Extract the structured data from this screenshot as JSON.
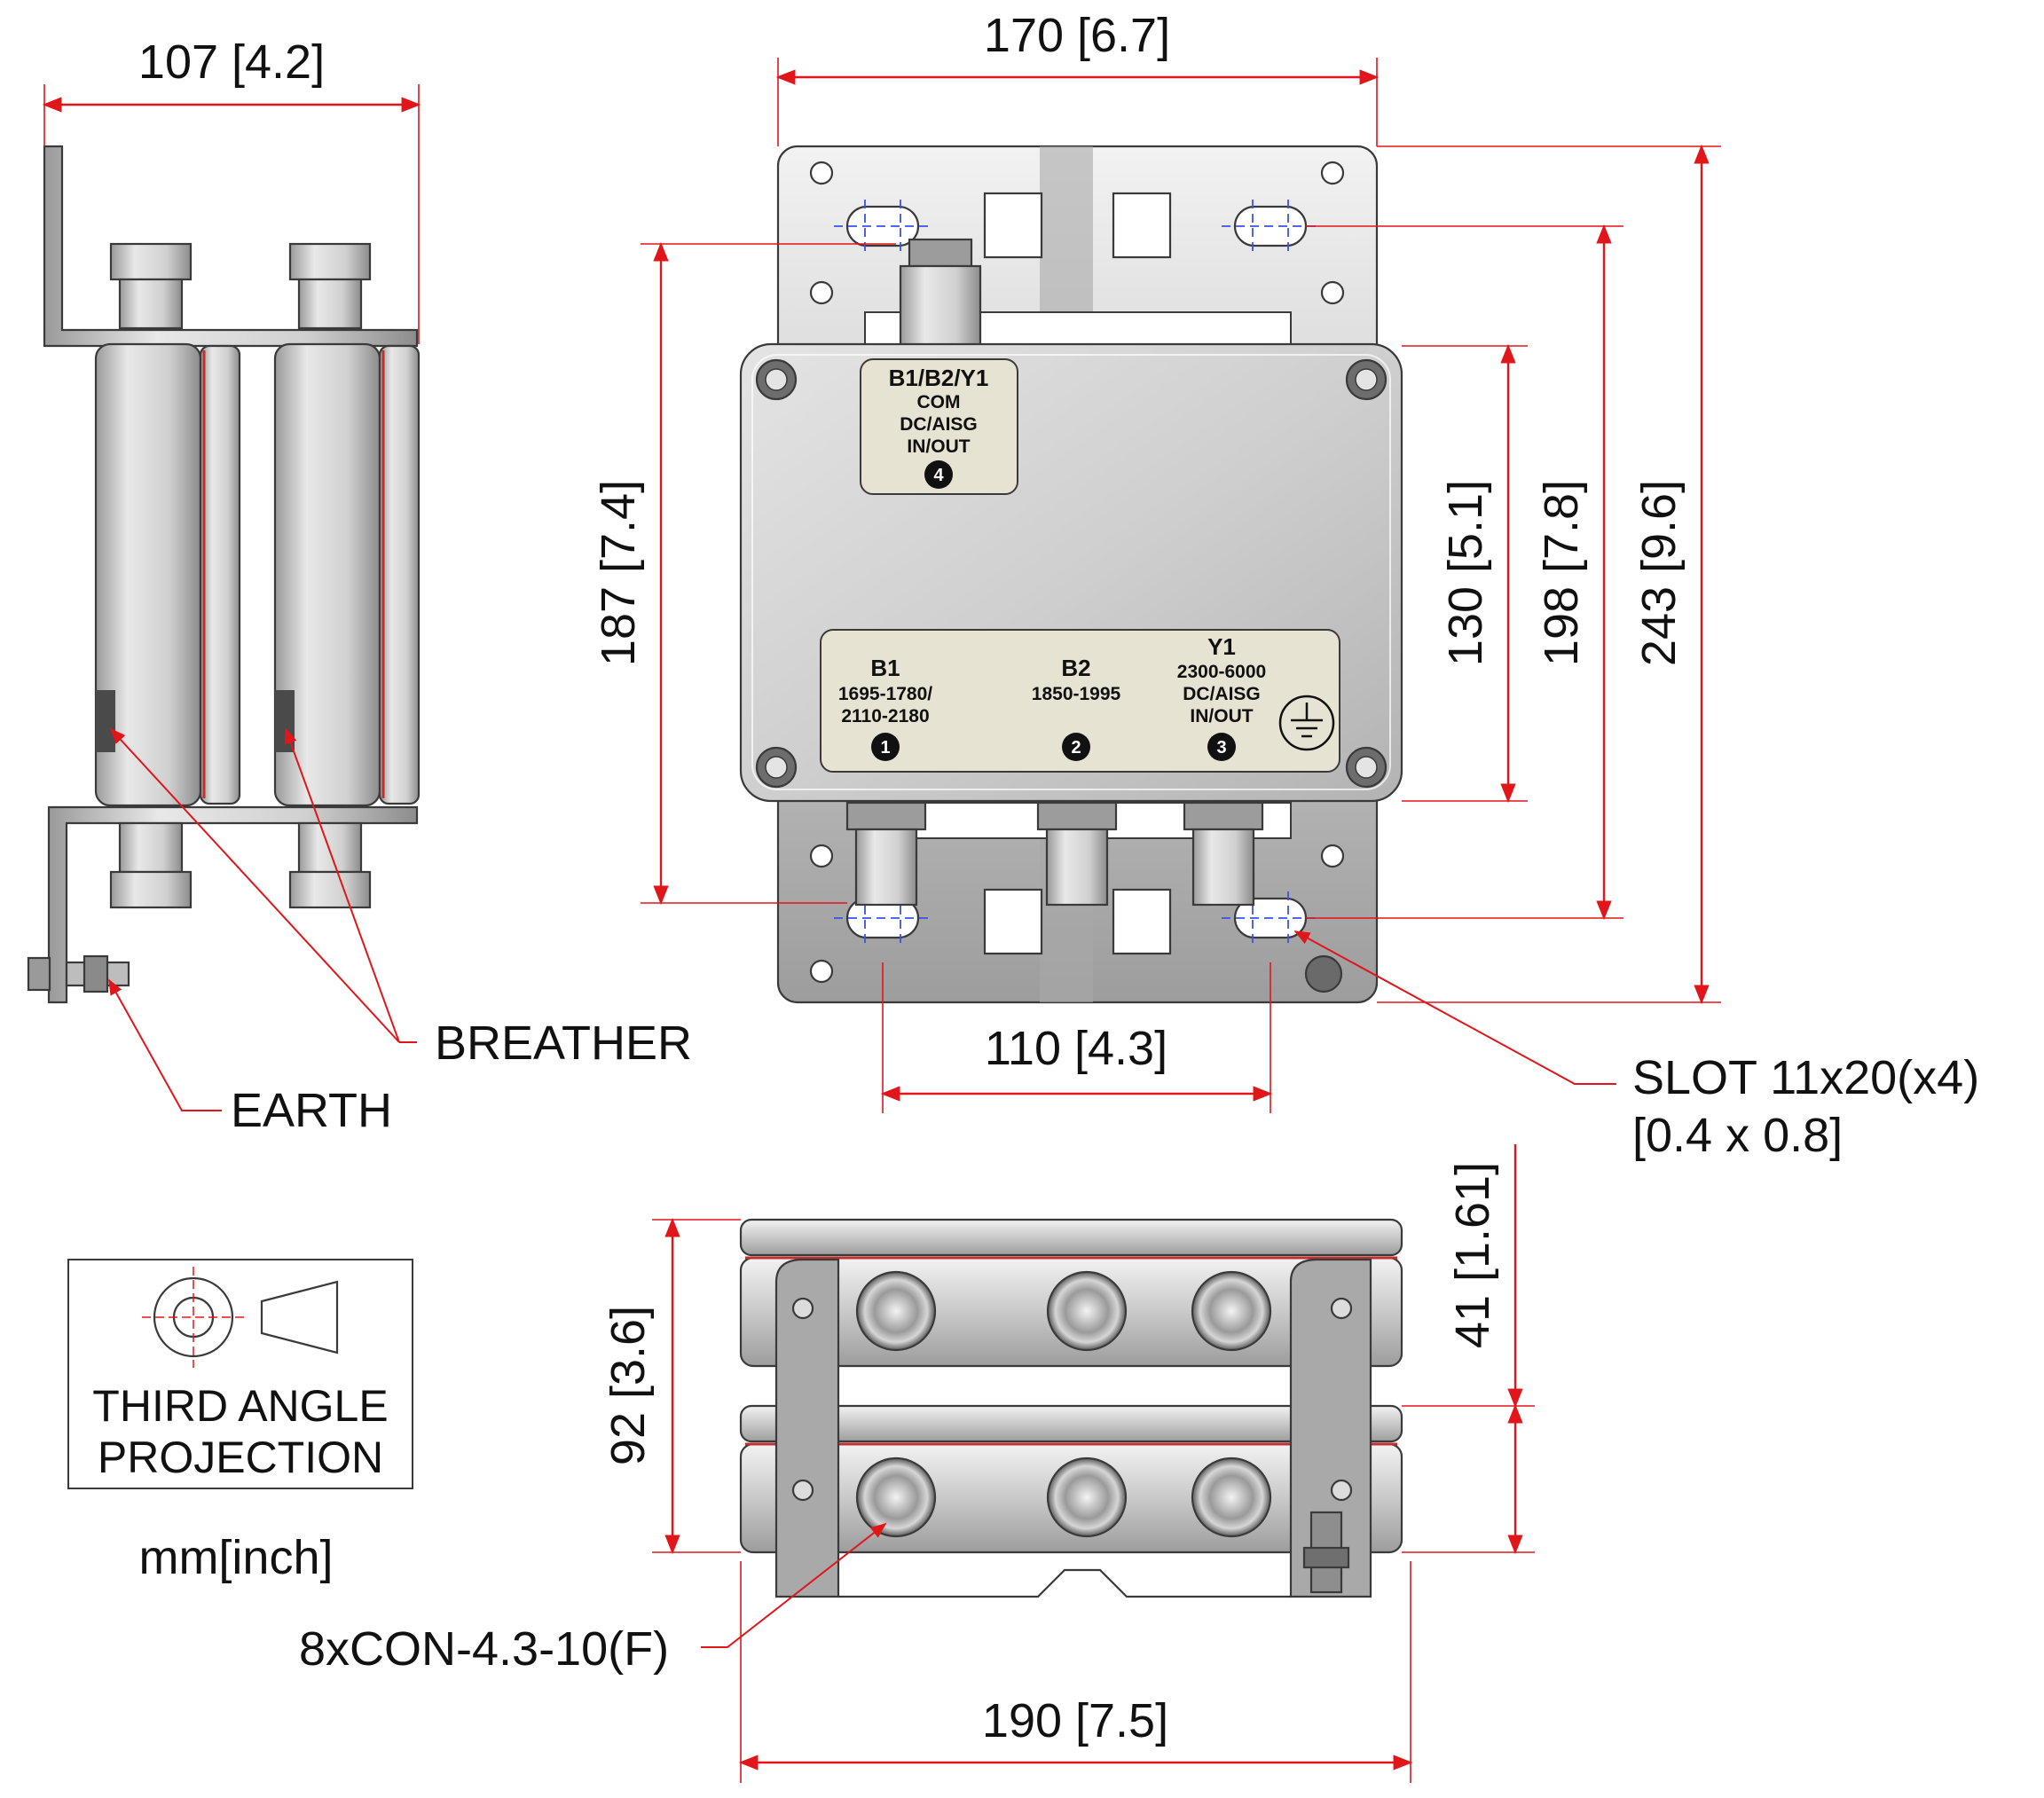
{
  "dimensions": {
    "side_width": "107 [4.2]",
    "front_width": "170 [6.7]",
    "slot_vertical_spacing": "187 [7.4]",
    "body_height": "130 [5.1]",
    "plate_slot_height": "198 [7.8]",
    "overall_height": "243 [9.6]",
    "slot_horizontal_spacing": "110 [4.3]",
    "bottom_height": "92 [3.6]",
    "single_unit_height": "41 [1.61]",
    "bottom_width": "190 [7.5]"
  },
  "callouts": {
    "breather": "BREATHER",
    "earth": "EARTH",
    "slot_line1": "SLOT 11x20(x4)",
    "slot_line2": "[0.4 x 0.8]",
    "connectors": "8xCON-4.3-10(F)"
  },
  "top_label": {
    "title": "B1/B2/Y1",
    "line1": "COM",
    "line2": "DC/AISG",
    "line3": "IN/OUT",
    "port": "4"
  },
  "bottom_label": {
    "ports": [
      {
        "title": "B1",
        "lines": [
          "1695-1780/",
          "2110-2180"
        ],
        "port": "1"
      },
      {
        "title": "B2",
        "lines": [
          "1850-1995"
        ],
        "port": "2"
      },
      {
        "title": "Y1",
        "lines": [
          "2300-6000",
          "DC/AISG",
          "IN/OUT"
        ],
        "port": "3"
      }
    ]
  },
  "projection": {
    "line1": "THIRD ANGLE",
    "line2": "PROJECTION"
  },
  "units": "mm[inch]",
  "colors": {
    "dimension": "#e0161b",
    "centerline": "#3a52e6",
    "metal": "#b9b9b9",
    "label_plate": "#e6e3d2"
  },
  "icons": [
    "earth-ground-icon"
  ]
}
